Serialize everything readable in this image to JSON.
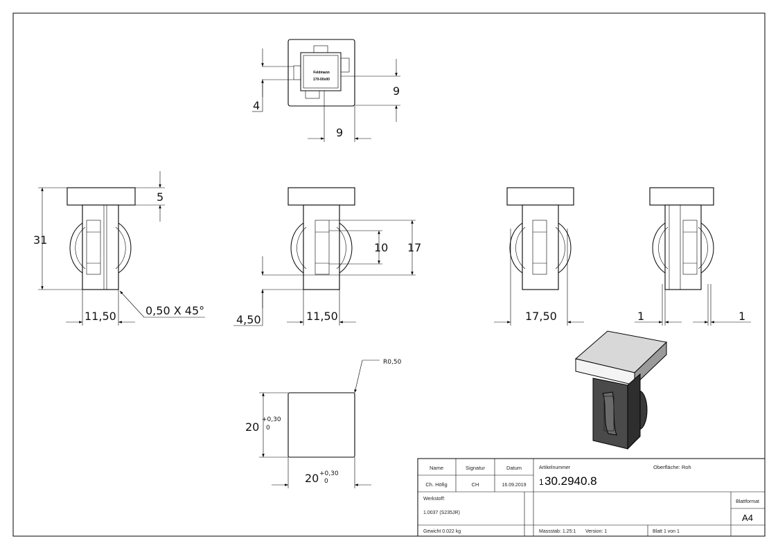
{
  "top_view": {
    "label_line1": "Feldmann",
    "label_line2": "170-00x00",
    "dim_left": "4",
    "dim_right": "9",
    "dim_bottom": "9"
  },
  "view1": {
    "dim_height": "31",
    "dim_cap": "5",
    "dim_width": "11,50",
    "chamfer": "0,50 X 45°"
  },
  "view2": {
    "dim_offset": "4,50",
    "dim_width": "11,50",
    "dim_10": "10",
    "dim_17": "17"
  },
  "view3": {
    "dim_width": "17,50"
  },
  "view4": {
    "dim_left": "1",
    "dim_right": "1"
  },
  "square_view": {
    "radius": "R0,50",
    "dim_h": "20",
    "tol_h_plus": "+0,30",
    "tol_h_minus": "0",
    "dim_w": "20",
    "tol_w_plus": "+0,30",
    "tol_w_minus": "0"
  },
  "title_block": {
    "h_name": "Name",
    "h_signatur": "Signatur",
    "h_datum": "Datum",
    "name": "Ch. Höfig",
    "signatur": "CH",
    "datum": "16.09.2019",
    "artikel_label": "Artikelnummer",
    "artikel_prefix": "1",
    "artikel_number": "30.2940.8",
    "oberflaeche": "Oberfläche:  Roh",
    "werkstoff_label": "Werkstoff:",
    "werkstoff": "1.0037 (S235JR)",
    "blattformat_label": "Blattformat",
    "blattformat": "A4",
    "gewicht": "Gewicht 0.022 kg",
    "massstab": "Massstab: 1.25:1",
    "version": "Version: 1",
    "blatt": "Blatt 1 von 1"
  }
}
